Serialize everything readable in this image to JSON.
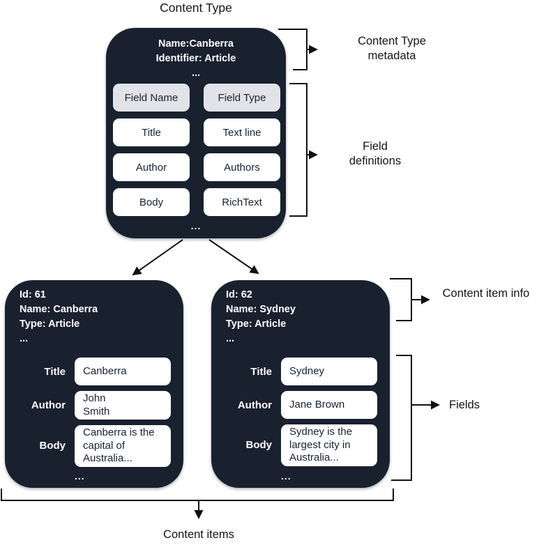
{
  "title": "Content Type",
  "content_type_box": {
    "metadata": {
      "name": "Name:Canberra",
      "identifier": "Identifier: Article",
      "ellipsis": "..."
    },
    "field_table": {
      "headers": [
        "Field Name",
        "Field Type"
      ],
      "rows": [
        [
          "Title",
          "Text line"
        ],
        [
          "Author",
          "Authors"
        ],
        [
          "Body",
          "RichText"
        ]
      ]
    },
    "ellipsis": "..."
  },
  "content_items": [
    {
      "info": {
        "id": "Id: 61",
        "name": "Name: Canberra",
        "type": "Type: Article",
        "ellipsis": "..."
      },
      "fields": [
        {
          "label": "Title",
          "value": "Canberra"
        },
        {
          "label": "Author",
          "value": "John\nSmith"
        },
        {
          "label": "Body",
          "value": "Canberra is the\ncapital of\nAustralia..."
        }
      ],
      "ellipsis": "..."
    },
    {
      "info": {
        "id": "Id: 62",
        "name": "Name: Sydney",
        "type": "Type: Article",
        "ellipsis": "..."
      },
      "fields": [
        {
          "label": "Title",
          "value": "Sydney"
        },
        {
          "label": "Author",
          "value": "Jane Brown"
        },
        {
          "label": "Body",
          "value": "Sydney is the\nlargest city in\nAustralia..."
        }
      ],
      "ellipsis": "..."
    }
  ],
  "annotations": {
    "content_type_metadata": "Content Type metadata",
    "field_definitions": "Field definitions",
    "content_item_info": "Content item info",
    "fields": "Fields",
    "content_items": "Content items"
  },
  "colors": {
    "box_background": "#19212f",
    "header_chip_background": "#e2e3e8",
    "value_chip_background": "#ffffff",
    "line_color": "#111111",
    "text_dark": "#141414",
    "text_light": "#ffffff"
  }
}
